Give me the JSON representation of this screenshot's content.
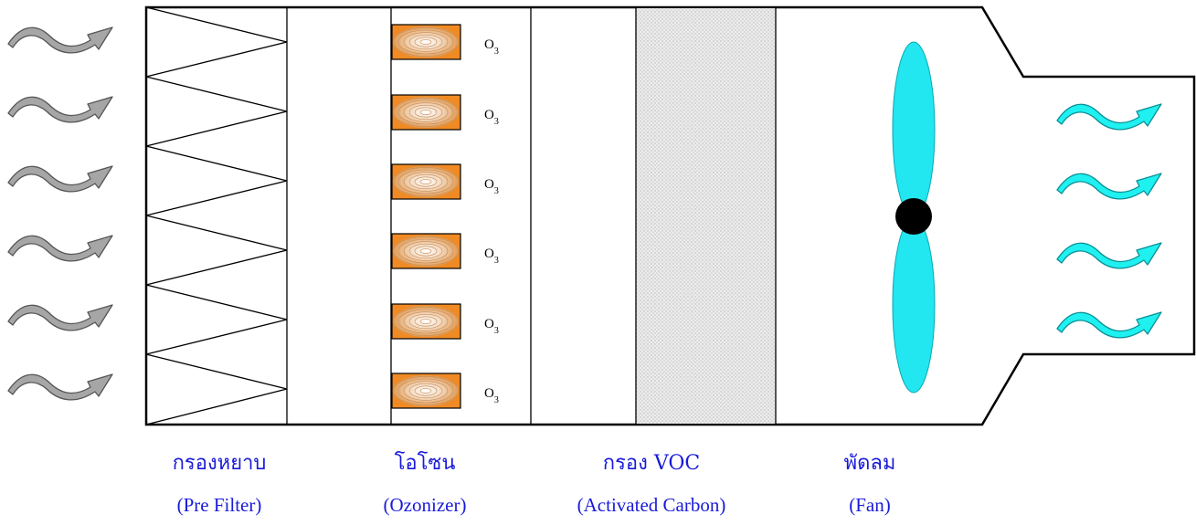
{
  "labels": {
    "prefilter_th": "กรองหยาบ",
    "prefilter_en": "(Pre Filter)",
    "ozonizer_th": "โอโซน",
    "ozonizer_en": "(Ozonizer)",
    "voc_th": "กรอง VOC",
    "voc_en": "(Activated Carbon)",
    "fan_th": "พัดลม",
    "fan_en": "(Fan)"
  },
  "ozone": {
    "symbol": "O",
    "subscript": "3",
    "count": 6
  },
  "colors": {
    "label_text": "#1a1ad8",
    "intake_arrow": "#a6a6a6",
    "outlet_arrow": "#1ff0f0",
    "fan_blade": "#22e6f0",
    "fan_hub": "#000000",
    "ozonizer_box": "#f08a24",
    "carbon_filter": "#dcdcdc",
    "housing_stroke": "#000000"
  },
  "icons": {
    "intake": "wavy-arrow-icon",
    "outlet": "wavy-arrow-icon",
    "fan": "propeller-icon",
    "ozonizer": "ozone-lamp-icon"
  }
}
